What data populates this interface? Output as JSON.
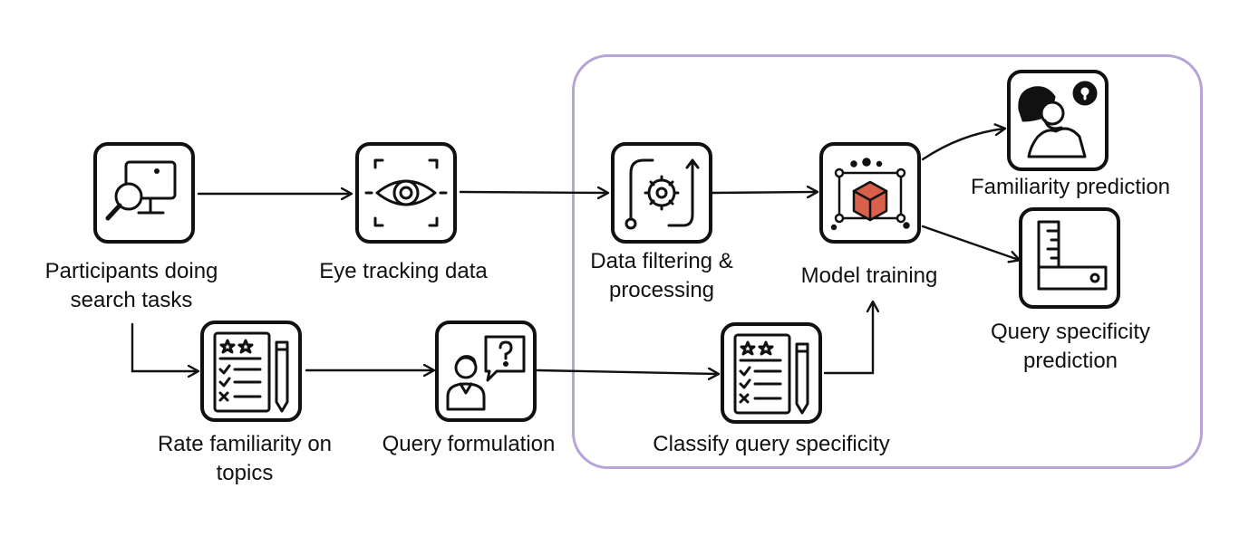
{
  "nodes": [
    {
      "id": "participants",
      "label": "Participants doing\nsearch tasks",
      "icon": "computer-search-icon"
    },
    {
      "id": "eye",
      "label": "Eye tracking data",
      "icon": "eye-scan-icon"
    },
    {
      "id": "filter",
      "label": "Data filtering &\nprocessing",
      "icon": "gear-process-icon"
    },
    {
      "id": "model",
      "label": "Model training",
      "icon": "cube-model-icon"
    },
    {
      "id": "fam_pred",
      "label": "Familiarity prediction",
      "icon": "thinking-person-icon"
    },
    {
      "id": "spec_pred",
      "label": "Query specificity\nprediction",
      "icon": "ruler-icon"
    },
    {
      "id": "rate",
      "label": "Rate familiarity on\ntopics",
      "icon": "rating-checklist-icon"
    },
    {
      "id": "query",
      "label": "Query formulation",
      "icon": "person-question-icon"
    },
    {
      "id": "classify",
      "label": "Classify query specificity",
      "icon": "rating-checklist-icon"
    }
  ],
  "colors": {
    "stroke": "#111111",
    "group_border": "#b7a3d6",
    "cube": "#d9604a"
  }
}
